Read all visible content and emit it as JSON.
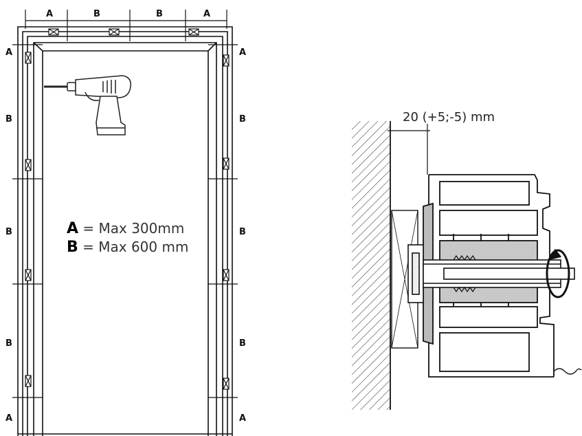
{
  "labels": {
    "A": "A",
    "B": "B"
  },
  "legend": {
    "a_key": "A",
    "a_text": " = Max 300mm",
    "b_key": "B",
    "b_text": " = Max 600 mm"
  },
  "detail": {
    "gap_dimension": "20 (+5;-5) mm"
  }
}
